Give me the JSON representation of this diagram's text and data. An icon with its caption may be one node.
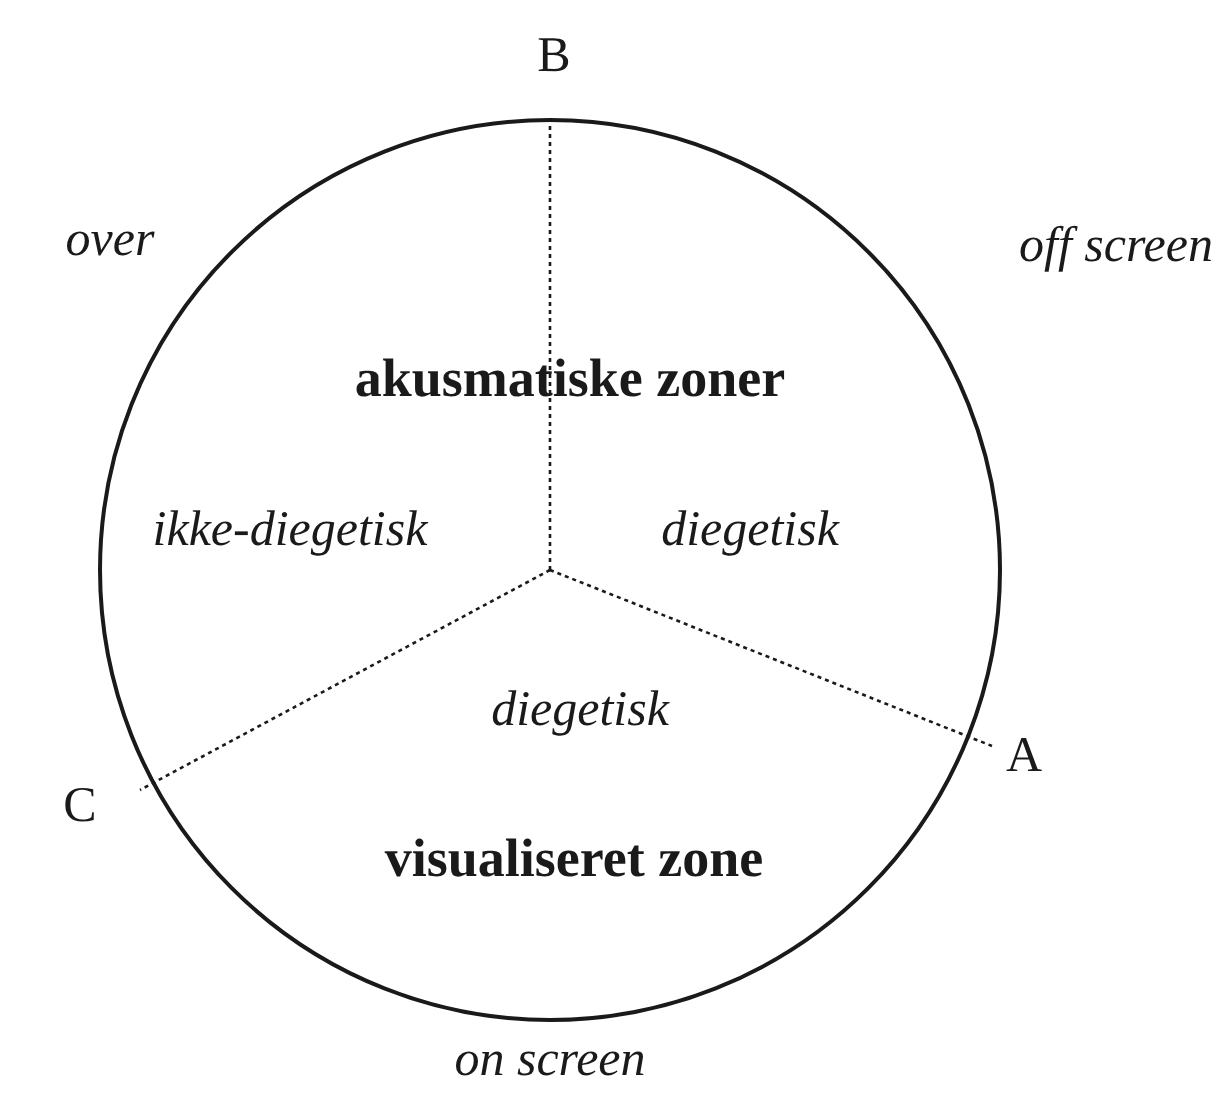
{
  "diagram": {
    "labels": [
      "B",
      "over",
      "off screen",
      "akusmatiske zoner",
      "ikke-diegetisk",
      "diegetisk",
      "diegetisk",
      "A",
      "C",
      "visualiseret zone",
      "on screen"
    ]
  }
}
